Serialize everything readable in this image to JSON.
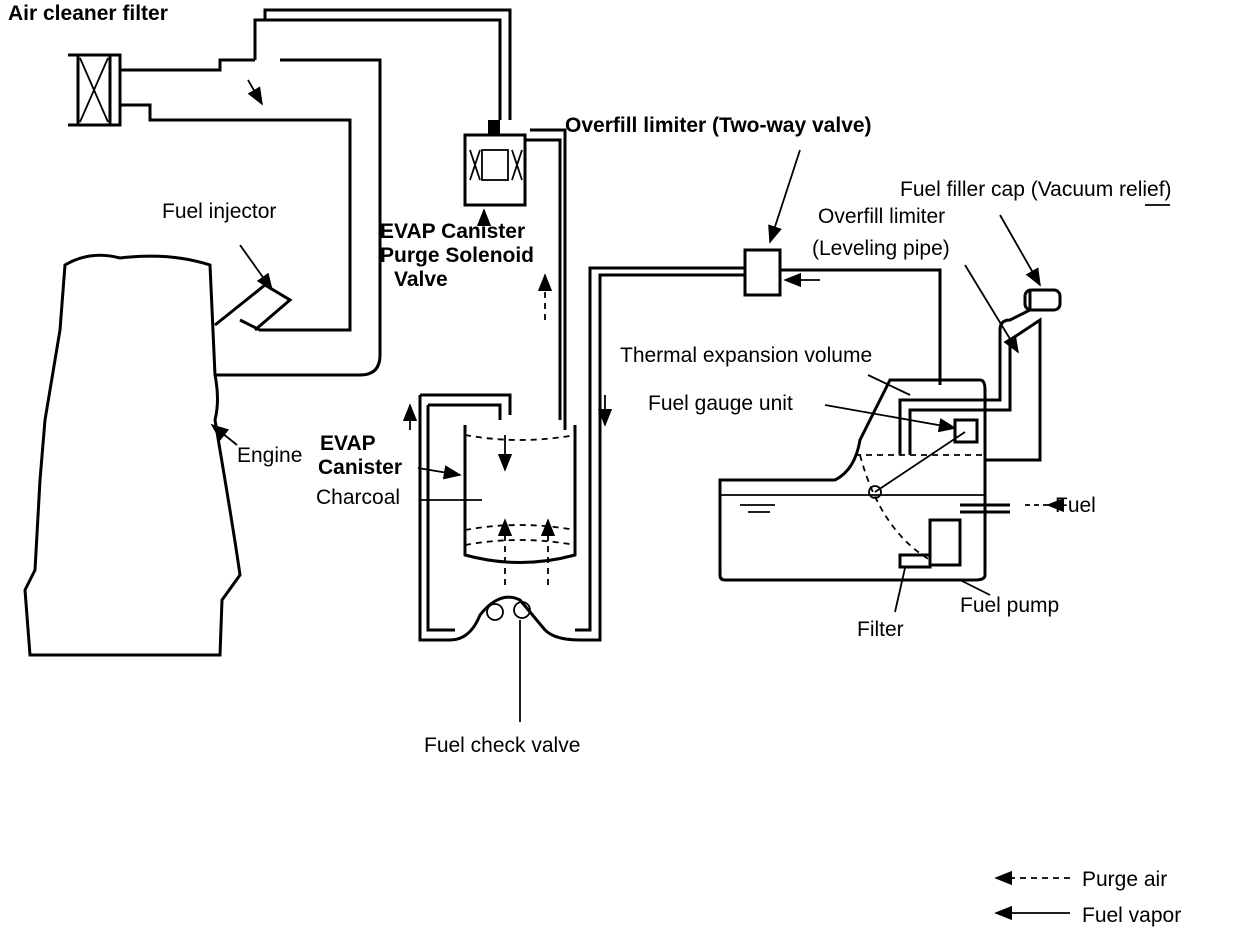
{
  "labels": {
    "air_cleaner_filter": "Air cleaner filter",
    "fuel_injector": "Fuel injector",
    "evap_purge_valve": [
      "EVAP Canister",
      "Purge Solenoid",
      "Valve"
    ],
    "overfill_two_way": "Overfill limiter (Two-way valve)",
    "fuel_filler_cap": "Fuel filler cap (Vacuum relief)",
    "overfill_leveling": [
      "Overfill limiter",
      "(Leveling pipe)"
    ],
    "thermal_expansion": "Thermal expansion volume",
    "fuel_gauge_unit": "Fuel gauge unit",
    "engine": "Engine",
    "evap_canister": [
      "EVAP",
      "Canister"
    ],
    "charcoal": "Charcoal",
    "fuel": "Fuel",
    "fuel_pump": "Fuel pump",
    "filter": "Filter",
    "fuel_check_valve": "Fuel check valve"
  },
  "legend": {
    "purge_air": "Purge air",
    "fuel_vapor": "Fuel vapor"
  }
}
